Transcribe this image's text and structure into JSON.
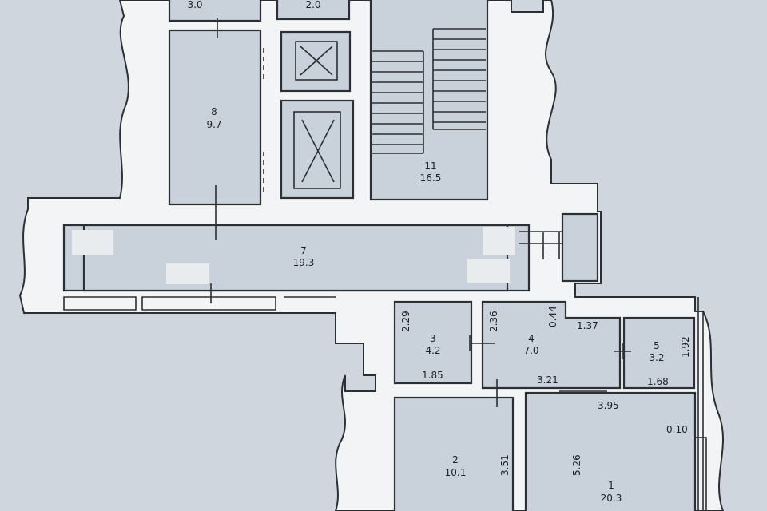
{
  "rooms": [
    {
      "id": "r1",
      "number": "1",
      "area": "20.3"
    },
    {
      "id": "r2",
      "number": "2",
      "area": "10.1"
    },
    {
      "id": "r3",
      "number": "3",
      "area": "4.2"
    },
    {
      "id": "r4",
      "number": "4",
      "area": "7.0"
    },
    {
      "id": "r5",
      "number": "5",
      "area": "3.2"
    },
    {
      "id": "r7",
      "number": "7",
      "area": "19.3"
    },
    {
      "id": "r8",
      "number": "8",
      "area": "9.7"
    },
    {
      "id": "r11",
      "number": "11",
      "area": "16.5"
    },
    {
      "id": "rtop1",
      "number": "",
      "area": "3.0"
    },
    {
      "id": "rtop2",
      "number": "",
      "area": "2.0"
    }
  ],
  "dimensions": [
    "2.29",
    "1.85",
    "2.36",
    "0.44",
    "1.37",
    "3.21",
    "1.92",
    "1.68",
    "3.95",
    "0.10",
    "3.51",
    "5.26"
  ]
}
